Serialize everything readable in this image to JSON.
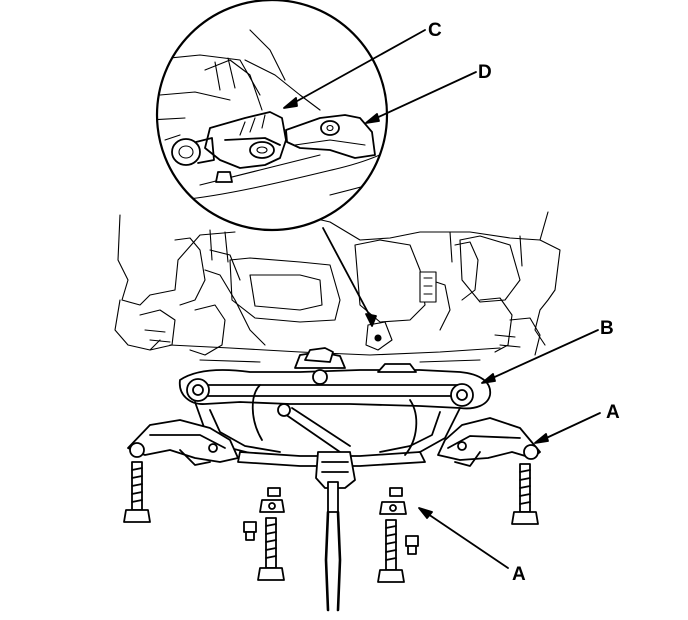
{
  "callouts": {
    "c": "C",
    "d": "D",
    "b": "B",
    "a_right": "A",
    "a_lower": "A"
  },
  "colors": {
    "ink": "#000000",
    "paper": "#ffffff"
  }
}
